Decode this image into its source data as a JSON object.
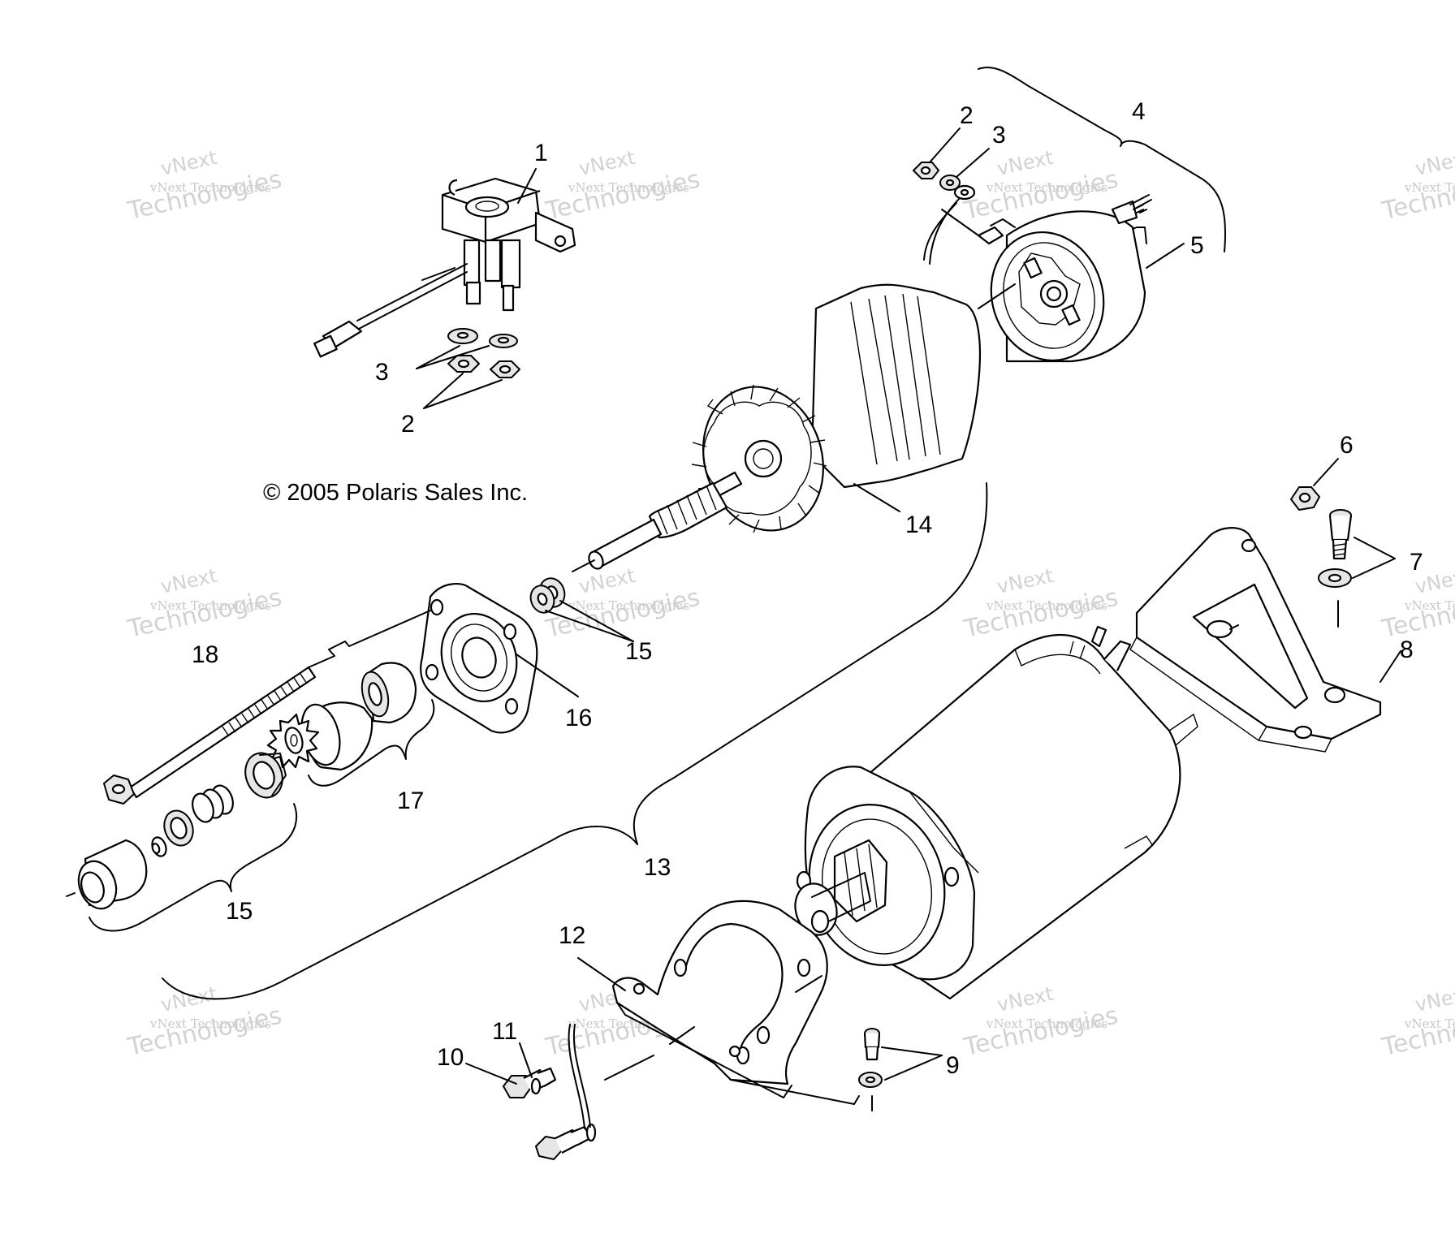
{
  "copyright": "© 2005 Polaris Sales Inc.",
  "watermark": {
    "line1": "vNext Technologies",
    "line2": "vNext",
    "line3": "Technologies"
  },
  "callouts": {
    "c1": "1",
    "c2a": "2",
    "c2b": "2",
    "c3a": "3",
    "c3b": "3",
    "c4": "4",
    "c5": "5",
    "c6": "6",
    "c7": "7",
    "c8": "8",
    "c9": "9",
    "c10": "10",
    "c11": "11",
    "c12": "12",
    "c13": "13",
    "c14": "14",
    "c15a": "15",
    "c15b": "15",
    "c16": "16",
    "c17": "17",
    "c18": "18"
  },
  "colors": {
    "line": "#000000",
    "background": "#ffffff",
    "watermark": "#d2d2d2"
  }
}
